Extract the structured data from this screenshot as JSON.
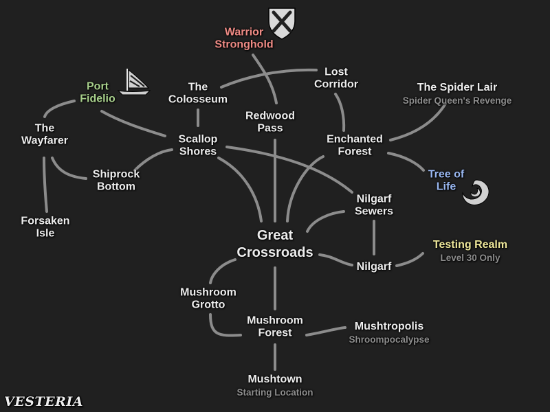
{
  "map": {
    "locations": {
      "warrior_stronghold": {
        "name": "Warrior\nStronghold"
      },
      "port_fidelio": {
        "name": "Port\nFidelio"
      },
      "the_colosseum": {
        "name": "The\nColosseum"
      },
      "lost_corridor": {
        "name": "Lost\nCorridor"
      },
      "redwood_pass": {
        "name": "Redwood\nPass"
      },
      "the_spider_lair": {
        "name": "The Spider Lair",
        "subtitle": "Spider Queen's Revenge"
      },
      "the_wayfarer": {
        "name": "The\nWayfarer"
      },
      "scallop_shores": {
        "name": "Scallop\nShores"
      },
      "enchanted_forest": {
        "name": "Enchanted\nForest"
      },
      "shiprock_bottom": {
        "name": "Shiprock\nBottom"
      },
      "tree_of_life": {
        "name": "Tree of\nLife"
      },
      "nilgarf_sewers": {
        "name": "Nilgarf\nSewers"
      },
      "forsaken_isle": {
        "name": "Forsaken\nIsle"
      },
      "great_crossroads": {
        "name": "Great\nCrossroads"
      },
      "testing_realm": {
        "name": "Testing Realm",
        "subtitle": "Level 30 Only"
      },
      "nilgarf": {
        "name": "Nilgarf"
      },
      "mushroom_grotto": {
        "name": "Mushroom\nGrotto"
      },
      "mushroom_forest": {
        "name": "Mushroom\nForest"
      },
      "mushtropolis": {
        "name": "Mushtropolis",
        "subtitle": "Shroompocalypse"
      },
      "mushtown": {
        "name": "Mushtown",
        "subtitle": "Starting Location"
      }
    },
    "colors": {
      "background": "#202020",
      "path": "#8c8c8c",
      "default_label": "#ededed",
      "subtitle": "#8e8e8e",
      "port_fidelio": "#a8d08c",
      "warrior_stronghold": "#ef8b85",
      "tree_of_life": "#9ab8f2",
      "testing_realm": "#eee79a"
    },
    "icons": {
      "warrior_stronghold": "crossed-swords-shield-icon",
      "port_fidelio": "ship-sail-icon",
      "tree_of_life": "spiral-swirl-icon"
    }
  },
  "brand": {
    "logo_text": "VESTERIA"
  }
}
